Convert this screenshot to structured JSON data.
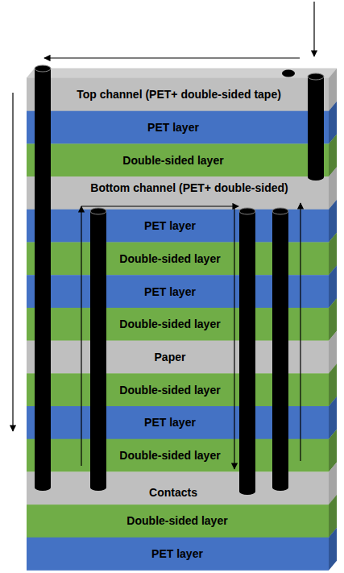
{
  "diagram": {
    "nodes": [
      {
        "text": [
          "Top channel (PET+ double-sided tape)"
        ]
      },
      {
        "text": [
          "PET layer"
        ]
      },
      {
        "text": [
          "Double-sided layer"
        ]
      },
      {
        "text": [
          "Bottom channel (PET+ double-sided)"
        ]
      },
      {
        "text": [
          "PET layer"
        ]
      },
      {
        "text": [
          "Double-sided layer"
        ]
      },
      {
        "text": [
          "PET layer"
        ]
      },
      {
        "text": [
          "Double-sided layer"
        ]
      },
      {
        "text": [
          "Paper"
        ]
      },
      {
        "text": [
          "Double-sided layer"
        ]
      },
      {
        "text": [
          "PET layer"
        ]
      },
      {
        "text": [
          "Double-sided layer"
        ]
      },
      {
        "text": [
          "Contacts"
        ]
      },
      {
        "text": [
          "Double-sided layer"
        ]
      },
      {
        "text": [
          "PET layer"
        ]
      }
    ]
  }
}
